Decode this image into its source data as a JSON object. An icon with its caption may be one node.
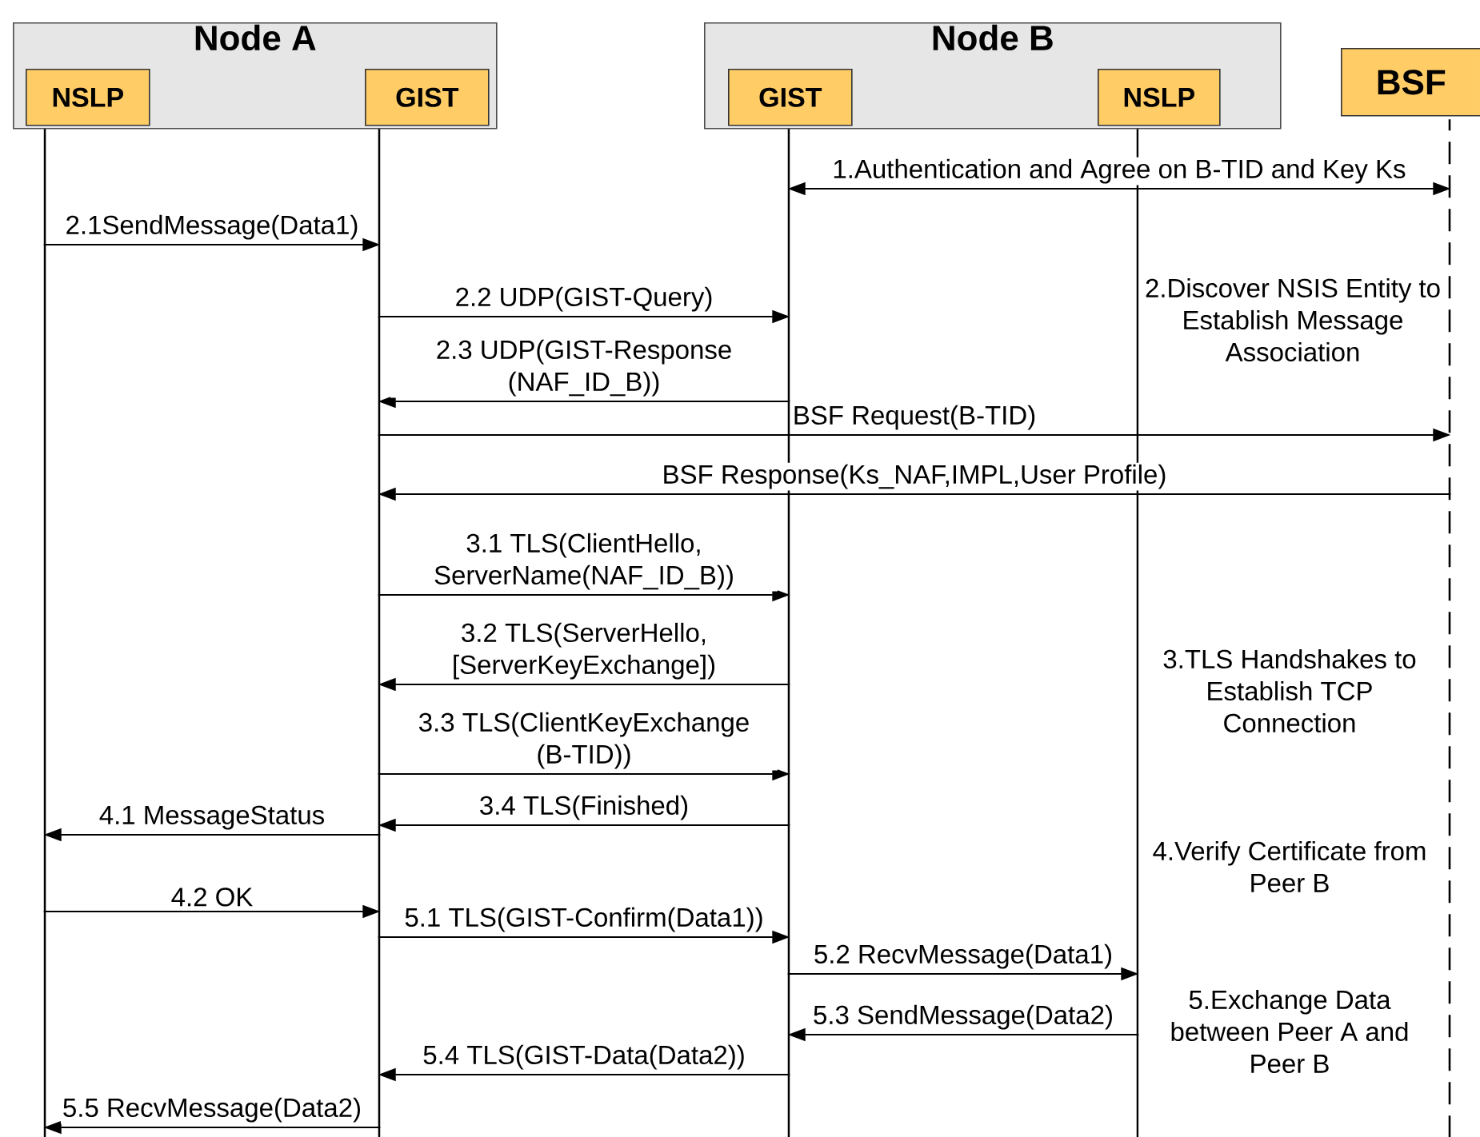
{
  "diagram": {
    "nodes": [
      {
        "text": [
          "Node A"
        ]
      },
      {
        "text": [
          "NSLP"
        ],
        "in": 0
      },
      {
        "text": [
          "GIST"
        ],
        "in": 0
      },
      {
        "text": [
          "Node B"
        ]
      },
      {
        "text": [
          "GIST"
        ],
        "in": 3
      },
      {
        "text": [
          "NSLP"
        ],
        "in": 3
      },
      {
        "text": [
          "BSF"
        ]
      },
      {
        "text": [],
        "shape": "line"
      },
      {
        "text": [],
        "shape": "line"
      },
      {
        "text": [],
        "shape": "line"
      },
      {
        "text": [],
        "shape": "line"
      },
      {
        "text": [],
        "shape": "line"
      }
    ],
    "edges": [
      {
        "from": 9,
        "to": 11,
        "arrow": "both",
        "label": "1.Authentication and Agree on B-TID and Key Ks"
      },
      {
        "from": 7,
        "to": 8,
        "arrow": "to",
        "label": "2.1SendMessage(Data1)"
      },
      {
        "from": 8,
        "to": 9,
        "arrow": "to",
        "label": "2.2 UDP(GIST-Query)"
      },
      {
        "from": 9,
        "to": 8,
        "arrow": "to",
        "label": "2.3 UDP(GIST-Response (NAF_ID_B))"
      },
      {
        "from": 8,
        "to": 11,
        "arrow": "to",
        "label": "BSF Request(B-TID)"
      },
      {
        "from": 11,
        "to": 8,
        "arrow": "to",
        "label": "BSF Response(Ks_NAF,IMPL,User Profile)"
      },
      {
        "from": 8,
        "to": 9,
        "arrow": "to",
        "label": "3.1 TLS(ClientHello, ServerName(NAF_ID_B))"
      },
      {
        "from": 9,
        "to": 8,
        "arrow": "to",
        "label": "3.2 TLS(ServerHello, [ServerKeyExchange])"
      },
      {
        "from": 8,
        "to": 9,
        "arrow": "to",
        "label": "3.3 TLS(ClientKeyExchange (B-TID))"
      },
      {
        "from": 9,
        "to": 8,
        "arrow": "to",
        "label": "3.4 TLS(Finished)"
      },
      {
        "from": 8,
        "to": 7,
        "arrow": "to",
        "label": "4.1 MessageStatus"
      },
      {
        "from": 7,
        "to": 8,
        "arrow": "to",
        "label": "4.2 OK"
      },
      {
        "from": 8,
        "to": 9,
        "arrow": "to",
        "label": "5.1 TLS(GIST-Confirm(Data1))"
      },
      {
        "from": 9,
        "to": 10,
        "arrow": "to",
        "label": "5.2 RecvMessage(Data1)"
      },
      {
        "from": 10,
        "to": 9,
        "arrow": "to",
        "label": "5.3 SendMessage(Data2)"
      },
      {
        "from": 9,
        "to": 8,
        "arrow": "to",
        "label": "5.4 TLS(GIST-Data(Data2))"
      },
      {
        "from": 8,
        "to": 7,
        "arrow": "to",
        "label": "5.5 RecvMessage(Data2)"
      }
    ],
    "labels": [
      "2.Discover NSIS Entity to Establish Message Association",
      "3.TLS Handshakes to Establish TCP Connection",
      "4.Verify Certificate from Peer B",
      "5.Exchange Data between Peer A and Peer B"
    ]
  }
}
